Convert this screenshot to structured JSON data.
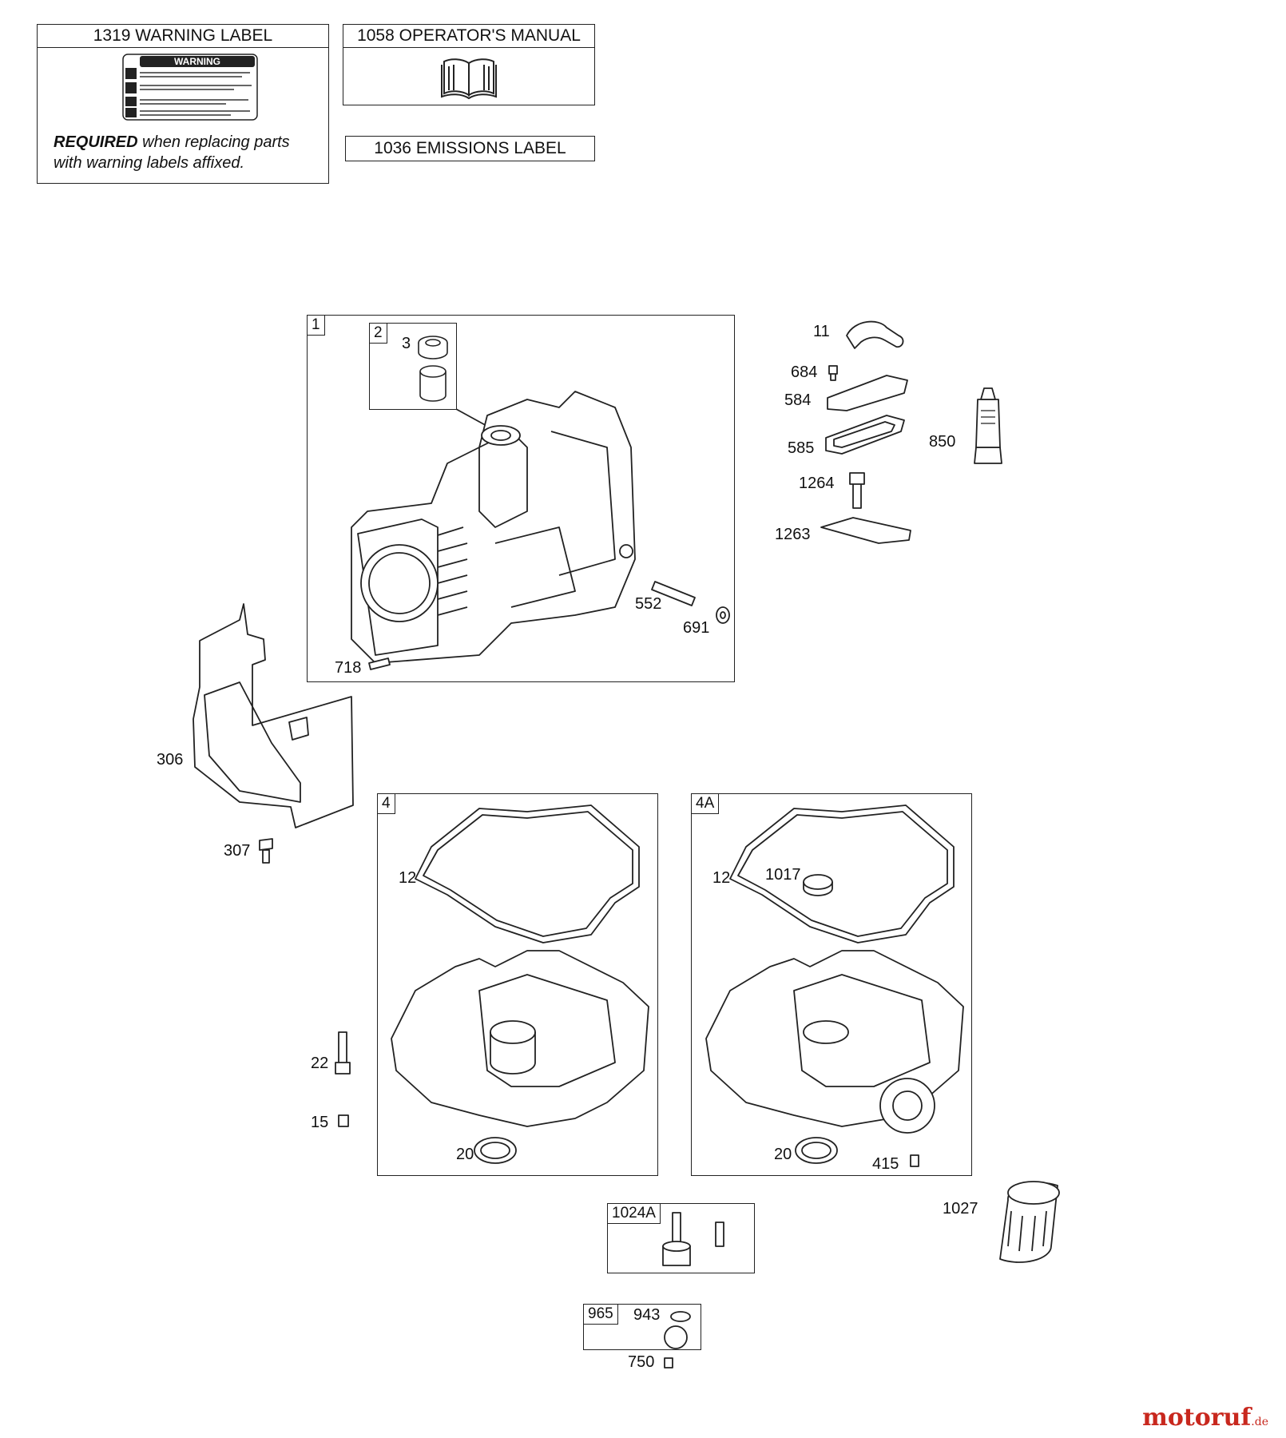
{
  "labels_section": {
    "warning_label": {
      "title": "1319 WARNING LABEL",
      "sticker_heading": "WARNING",
      "required_bold": "REQUIRED",
      "required_rest_line1": " when replacing parts",
      "required_line2": "with warning labels affixed."
    },
    "operators_manual": {
      "title": "1058 OPERATOR'S MANUAL"
    },
    "emissions_label": {
      "title": "1036 EMISSIONS LABEL"
    }
  },
  "group_cylinder": {
    "tag": "1",
    "subgroup_tag": "2",
    "parts": [
      "3",
      "552",
      "691",
      "718"
    ]
  },
  "loose_parts": {
    "breather_tube": "11",
    "screw_684": "684",
    "breather_cover": "584",
    "gasket_585": "585",
    "sealant": "850",
    "bolt_1264": "1264",
    "plate_1263": "1263",
    "shield": "306",
    "screw_307": "307",
    "bolt_22": "22",
    "plug_15": "15",
    "oil_filter": "1027"
  },
  "group_sump_4": {
    "tag": "4",
    "gasket": "12",
    "seal": "20"
  },
  "group_sump_4a": {
    "tag": "4A",
    "gasket": "12",
    "plug": "1017",
    "seal": "20",
    "screw": "415"
  },
  "group_1024a": {
    "tag": "1024A"
  },
  "group_965": {
    "tag": "965",
    "ring": "943",
    "screw": "750"
  },
  "brand": {
    "name": "motoruf",
    "tld": ".de"
  }
}
